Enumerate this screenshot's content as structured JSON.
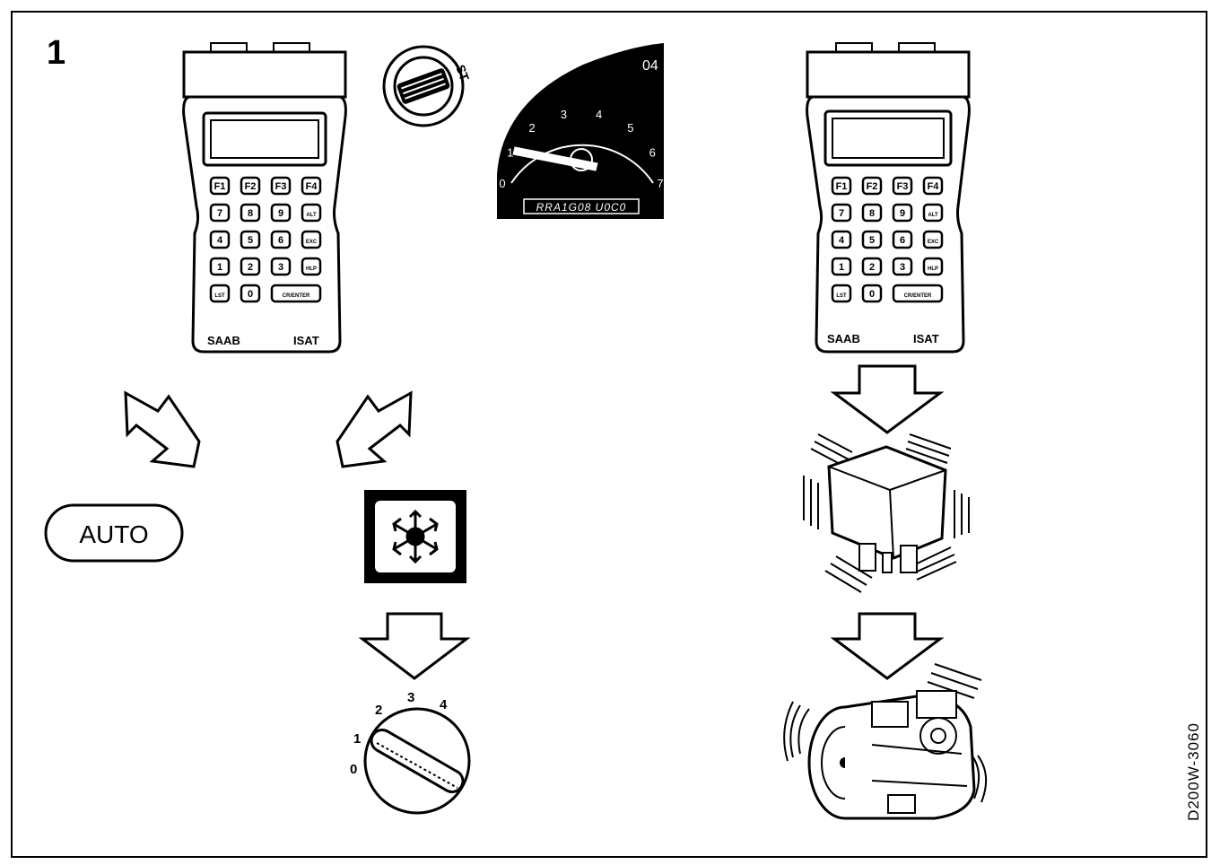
{
  "figure": {
    "number": "1",
    "reference": "D200W-3060"
  },
  "scan_tool_left": {
    "keys": [
      "F1",
      "F2",
      "F3",
      "F4",
      "7",
      "8",
      "9",
      "ALT",
      "4",
      "5",
      "6",
      "EXC",
      "1",
      "2",
      "3",
      "HLP",
      "LST",
      "0",
      "CR/ENTER"
    ],
    "brand": "SAAB",
    "model": "ISAT"
  },
  "scan_tool_right": {
    "keys": [
      "F1",
      "F2",
      "F3",
      "F4",
      "7",
      "8",
      "9",
      "ALT",
      "4",
      "5",
      "6",
      "EXC",
      "1",
      "2",
      "3",
      "HLP",
      "LST",
      "0",
      "CR/ENTER"
    ],
    "brand": "SAAB",
    "model": "ISAT"
  },
  "ignition": {
    "label": "ST"
  },
  "tachometer": {
    "scale": [
      "0",
      "1",
      "2",
      "3",
      "4",
      "5",
      "6",
      "7"
    ],
    "readout": "RRA1G08 U0C0",
    "corner_label": "04"
  },
  "auto_button": {
    "label": "AUTO"
  },
  "fan_dial": {
    "positions": [
      "0",
      "1",
      "2",
      "3",
      "4"
    ]
  }
}
